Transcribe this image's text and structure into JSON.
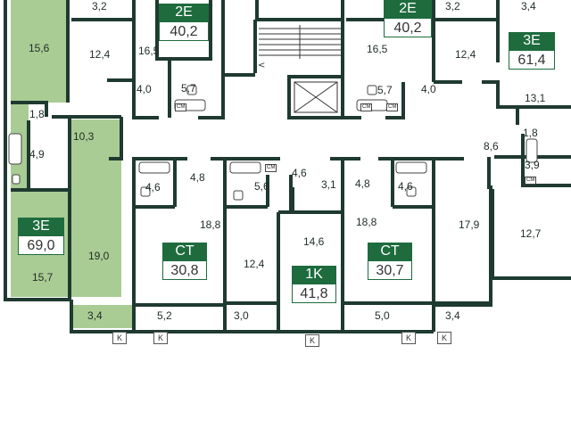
{
  "rooms": [
    {
      "id": "r1",
      "label": "3,2"
    },
    {
      "id": "r2",
      "label": "15,6"
    },
    {
      "id": "r3",
      "label": "12,4"
    },
    {
      "id": "r4",
      "label": "16,5"
    },
    {
      "id": "r5",
      "label": "4,0"
    },
    {
      "id": "r6",
      "label": "5,7"
    },
    {
      "id": "r7",
      "label": "16,5"
    },
    {
      "id": "r8",
      "label": "5,7"
    },
    {
      "id": "r9",
      "label": "4,0"
    },
    {
      "id": "r10",
      "label": "3,2"
    },
    {
      "id": "r11",
      "label": "12,4"
    },
    {
      "id": "r12",
      "label": "3,4"
    },
    {
      "id": "r13",
      "label": "13,1"
    },
    {
      "id": "r14",
      "label": "1,8"
    },
    {
      "id": "r15",
      "label": "4,9"
    },
    {
      "id": "r16",
      "label": "10,3"
    },
    {
      "id": "r17",
      "label": "8,6"
    },
    {
      "id": "r18",
      "label": "1,8"
    },
    {
      "id": "r19",
      "label": "3,9"
    },
    {
      "id": "r20",
      "label": "4,8"
    },
    {
      "id": "r21",
      "label": "4,6"
    },
    {
      "id": "r22",
      "label": "5,6"
    },
    {
      "id": "r23",
      "label": "4,6"
    },
    {
      "id": "r24",
      "label": "3,1"
    },
    {
      "id": "r25",
      "label": "4,8"
    },
    {
      "id": "r26",
      "label": "4,6"
    },
    {
      "id": "r27",
      "label": "18,8"
    },
    {
      "id": "r28",
      "label": "17,9"
    },
    {
      "id": "r29",
      "label": "12,7"
    },
    {
      "id": "r30",
      "label": "18,8"
    },
    {
      "id": "r31",
      "label": "14,6"
    },
    {
      "id": "r32",
      "label": "19,0"
    },
    {
      "id": "r33",
      "label": "15,7"
    },
    {
      "id": "r34",
      "label": "12,4"
    },
    {
      "id": "r35",
      "label": "3,4"
    },
    {
      "id": "r36",
      "label": "5,2"
    },
    {
      "id": "r37",
      "label": "3,0"
    },
    {
      "id": "r38",
      "label": "5,0"
    },
    {
      "id": "r39",
      "label": "3,4"
    }
  ],
  "apartments": [
    {
      "id": "a1",
      "type": "2E",
      "area": "40,2"
    },
    {
      "id": "a2",
      "type": "2E",
      "area": "40,2"
    },
    {
      "id": "a3",
      "type": "3E",
      "area": "61,4"
    },
    {
      "id": "a4",
      "type": "3E",
      "area": "69,0"
    },
    {
      "id": "a5",
      "type": "CT",
      "area": "30,8"
    },
    {
      "id": "a6",
      "type": "1K",
      "area": "41,8"
    },
    {
      "id": "a7",
      "type": "CT",
      "area": "30,7"
    }
  ],
  "balcony_mark": "K",
  "cm_mark": "CM",
  "colors": {
    "wall": "#1f3a30",
    "highlight": "#a9cc94",
    "badge": "#1e6b3e"
  }
}
